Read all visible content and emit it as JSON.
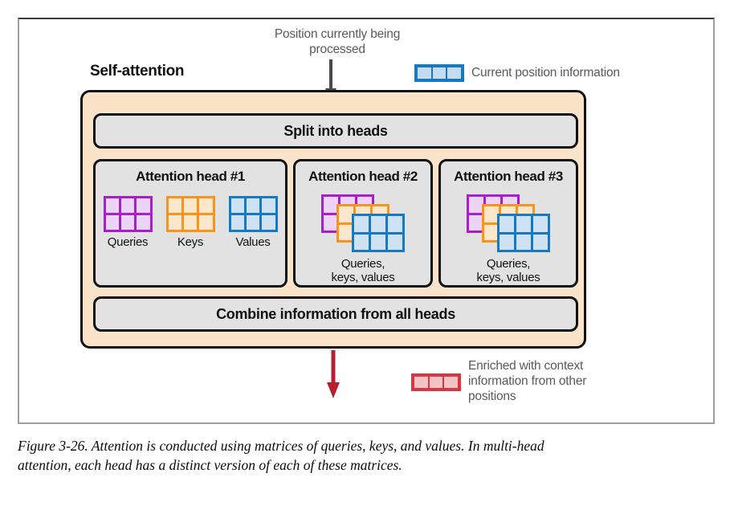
{
  "figure": {
    "self_attention_label": "Self-attention",
    "position_note": "Position currently\nbeing processed",
    "split_bar_label": "Split into heads",
    "combine_bar_label": "Combine information from all heads",
    "caption": "Figure 3-26. Attention is conducted using matrices of queries, keys, and values. In multi-head attention, each head has a distinct version of each of these matrices."
  },
  "legend": {
    "current_position": {
      "label": "Current position information",
      "swatch_border": "#1878c0",
      "swatch_fill": "#c5dcf0",
      "cells": 3
    },
    "enriched": {
      "label": "Enriched with context\ninformation from other\npositions",
      "swatch_border": "#d9373f",
      "swatch_fill": "#f2c4c6",
      "cells": 3
    }
  },
  "heads": [
    {
      "title": "Attention head #1",
      "style": "separate",
      "matrices": [
        {
          "name": "Queries",
          "color": "#a81ecd",
          "fill": "#ecd4f6",
          "rows": 2,
          "cols": 3
        },
        {
          "name": "Keys",
          "color": "#f7941e",
          "fill": "#fce7cd",
          "rows": 2,
          "cols": 3
        },
        {
          "name": "Values",
          "color": "#1878c0",
          "fill": "#cfe2f3",
          "rows": 2,
          "cols": 3
        }
      ]
    },
    {
      "title": "Attention head #2",
      "style": "stacked",
      "stack_label": "Queries,\nkeys, values",
      "matrices": [
        {
          "name": "Queries",
          "color": "#a81ecd",
          "fill": "#ecd4f6",
          "rows": 2,
          "cols": 3
        },
        {
          "name": "Keys",
          "color": "#f7941e",
          "fill": "#fce7cd",
          "rows": 2,
          "cols": 3
        },
        {
          "name": "Values",
          "color": "#1878c0",
          "fill": "#cfe2f3",
          "rows": 2,
          "cols": 3
        }
      ]
    },
    {
      "title": "Attention head #3",
      "style": "stacked",
      "stack_label": "Queries,\nkeys, values",
      "matrices": [
        {
          "name": "Queries",
          "color": "#a81ecd",
          "fill": "#ecd4f6",
          "rows": 2,
          "cols": 3
        },
        {
          "name": "Keys",
          "color": "#f7941e",
          "fill": "#fce7cd",
          "rows": 2,
          "cols": 3
        },
        {
          "name": "Values",
          "color": "#1878c0",
          "fill": "#cfe2f3",
          "rows": 2,
          "cols": 3
        }
      ]
    }
  ],
  "colors": {
    "panel_background": "#fae3c8",
    "bar_background": "#e2e2e2",
    "outline": "#111111",
    "top_arrow": "#4a4a4c",
    "bottom_arrow": "#b81f2d",
    "annotation_text": "#5a5a5c"
  }
}
